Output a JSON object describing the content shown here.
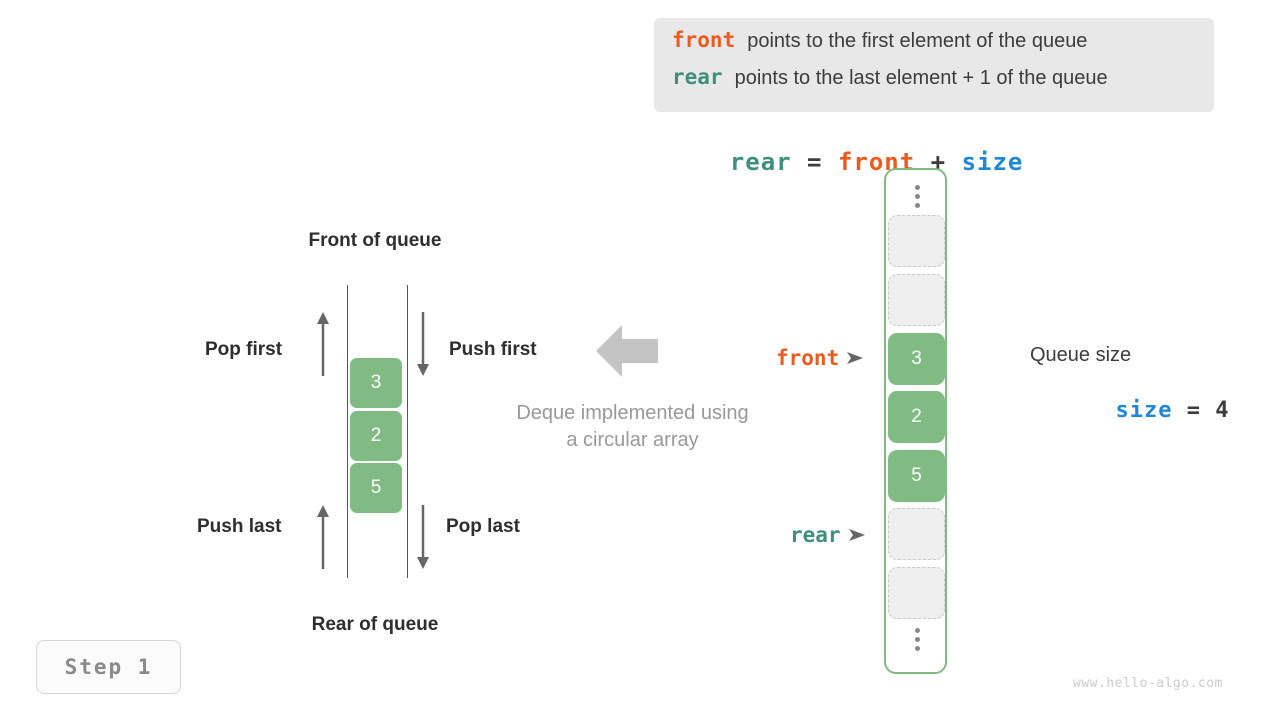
{
  "legend": {
    "rows": [
      {
        "key": "front",
        "text": "points to the first element of the queue"
      },
      {
        "key": "rear",
        "text": "points to the last element + 1 of the queue"
      }
    ]
  },
  "formula": {
    "lhs": "rear",
    "eq": " = ",
    "rhs1": "front",
    "plus": " + ",
    "rhs2": "size"
  },
  "deque_diagram": {
    "top_label": "Front of queue",
    "bottom_label": "Rear of queue",
    "operations": {
      "pop_first": "Pop first",
      "push_first": "Push first",
      "push_last": "Push last",
      "pop_last": "Pop last"
    },
    "cells": [
      "3",
      "2",
      "5"
    ]
  },
  "caption": {
    "line1": "Deque implemented using",
    "line2": "a circular array"
  },
  "circular_array": {
    "cells": [
      {
        "value": "",
        "state": "empty"
      },
      {
        "value": "",
        "state": "empty"
      },
      {
        "value": "3",
        "state": "full"
      },
      {
        "value": "2",
        "state": "full"
      },
      {
        "value": "5",
        "state": "full"
      },
      {
        "value": "",
        "state": "empty"
      },
      {
        "value": "",
        "state": "empty"
      }
    ],
    "pointers": {
      "front_label": "front",
      "rear_label": "rear",
      "front_target_index": 2,
      "rear_target_index": 5
    }
  },
  "queue_size": {
    "title": "Queue size",
    "var_name": "size",
    "equals": " = ",
    "value": "4"
  },
  "step_badge": {
    "label": "Step 1"
  },
  "watermark": {
    "text": "www.hello-algo.com"
  },
  "colors": {
    "front": "#ec5b1e",
    "rear": "#3f8f7e",
    "size": "#1e88d6",
    "cell_fill": "#80bb84",
    "array_border": "#7fbb83",
    "legend_bg": "#e8e8e8",
    "muted_text": "#999999"
  }
}
